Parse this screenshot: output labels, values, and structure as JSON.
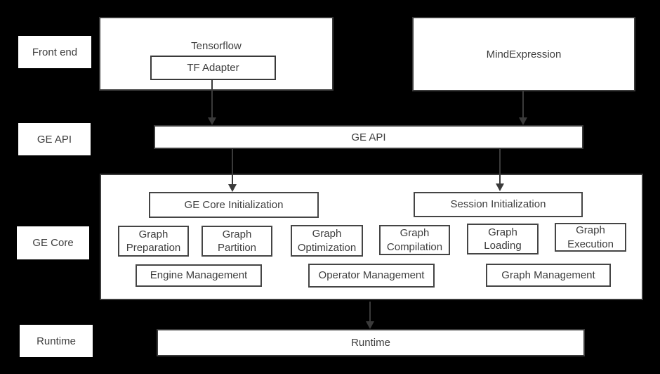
{
  "row_labels": {
    "front_end": "Front end",
    "ge_api": "GE API",
    "ge_core": "GE Core",
    "runtime": "Runtime"
  },
  "front_end": {
    "tensorflow_title": "Tensorflow",
    "tf_adapter": "TF Adapter",
    "mind_expression": "MindExpression"
  },
  "ge_api": {
    "bar_label": "GE API"
  },
  "ge_core": {
    "ge_core_initialization": "GE Core Initialization",
    "session_initialization": "Session Initialization",
    "function_boxes": [
      "Graph Preparation",
      "Graph Partition",
      "Graph Optimization",
      "Graph Compilation",
      "Graph Loading",
      "Graph Execution"
    ],
    "management_boxes": [
      "Engine Management",
      "Operator Management",
      "Graph Management"
    ]
  },
  "runtime": {
    "bar_label": "Runtime"
  },
  "colors": {
    "background": "#000000",
    "box_fill": "#ffffff",
    "box_border": "#3a3a3a",
    "text": "#3d3d3d",
    "arrow": "#3a3a3a"
  }
}
